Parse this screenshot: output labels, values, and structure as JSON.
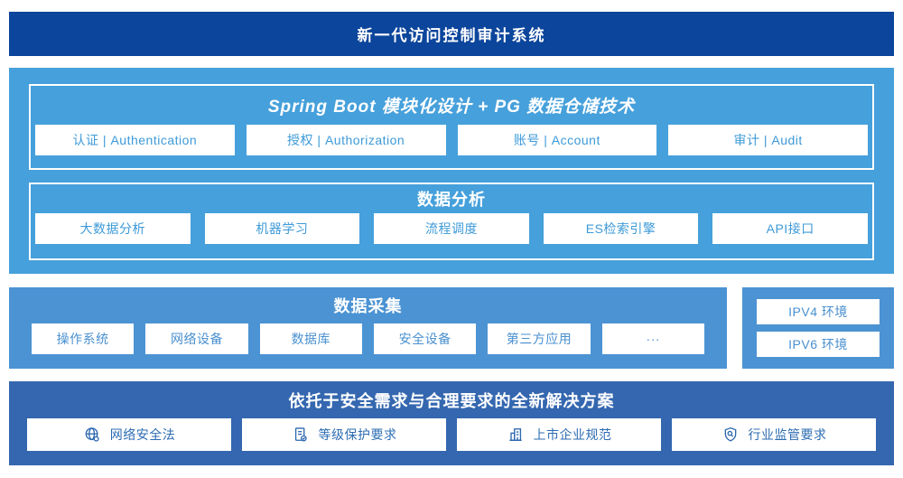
{
  "banner": {
    "title": "新一代访问控制审计系统"
  },
  "platform": {
    "spring": {
      "title": "Spring Boot 模块化设计 + PG 数据仓储技术",
      "items": [
        "认证 | Authentication",
        "授权 | Authorization",
        "账号 | Account",
        "审计 | Audit"
      ]
    },
    "analysis": {
      "title": "数据分析",
      "items": [
        "大数据分析",
        "机器学习",
        "流程调度",
        "ES检索引擎",
        "API接口"
      ]
    }
  },
  "collection": {
    "title": "数据采集",
    "items": [
      "操作系统",
      "网络设备",
      "数据库",
      "安全设备",
      "第三方应用",
      "···"
    ]
  },
  "environment": {
    "items": [
      "IPV4 环境",
      "IPV6 环境"
    ]
  },
  "solution": {
    "title": "依托于安全需求与合理要求的全新解决方案",
    "items": [
      {
        "icon": "globe-icon",
        "label": "网络安全法"
      },
      {
        "icon": "document-check-icon",
        "label": "等级保护要求"
      },
      {
        "icon": "building-icon",
        "label": "上市企业规范"
      },
      {
        "icon": "shield-search-icon",
        "label": "行业监管要求"
      }
    ]
  },
  "colors": {
    "banner_bg": "#0c459c",
    "platform_bg": "#46a0db",
    "collection_bg": "#4b93d3",
    "solution_bg": "#3467af",
    "box_text_light": "#3d9ad8",
    "box_text_mid": "#4a90d0",
    "box_text_dark": "#2d6cb2",
    "white": "#ffffff"
  }
}
